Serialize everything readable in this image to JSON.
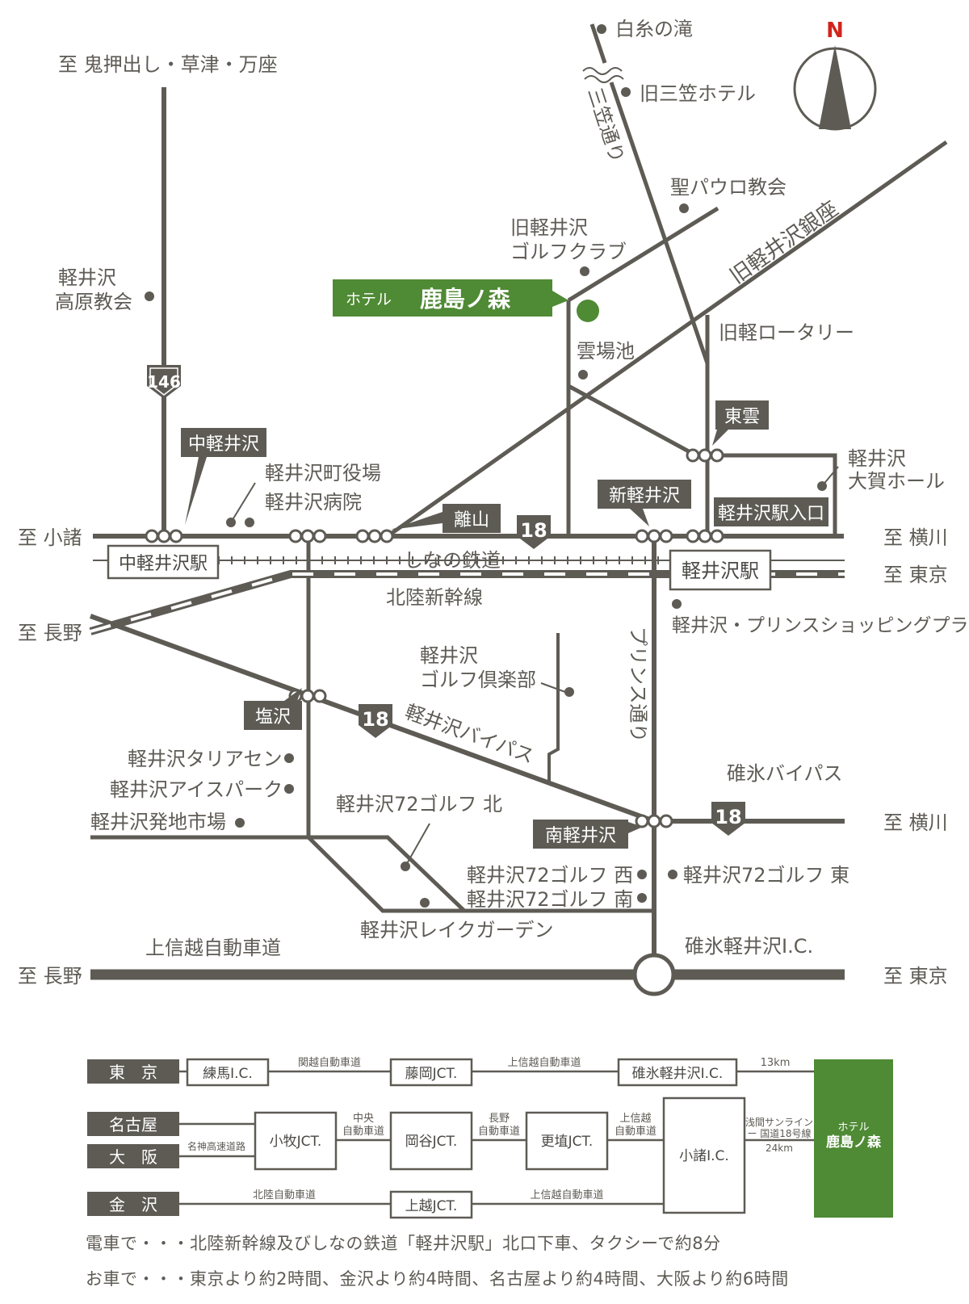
{
  "map": {
    "compass": "N",
    "places": {
      "shiraito": "白糸の滝",
      "old_mikasa_hotel": "旧三笠ホテル",
      "mikasa_dori": "三笠通り",
      "st_paul": "聖パウロ教会",
      "old_golf_club_1": "旧軽井沢",
      "old_golf_club_2": "ゴルフクラブ",
      "ginza": "旧軽井沢銀座",
      "rotary": "旧軽ロータリー",
      "kumoba": "雲場池",
      "kogen_church_1": "軽井沢",
      "kogen_church_2": "高原教会",
      "to_onioshi": "至 鬼押出し・草津・万座",
      "town_hall": "軽井沢町役場",
      "hospital": "軽井沢病院",
      "ohga_hall_1": "軽井沢",
      "ohga_hall_2": "大賀ホール",
      "to_komoro": "至 小諸",
      "to_yokokawa_1": "至 横川",
      "to_tokyo_1": "至 東京",
      "to_nagano_1": "至 長野",
      "to_yokokawa_2": "至 横川",
      "to_nagano_2": "至 長野",
      "to_tokyo_2": "至 東京",
      "shinano_railway": "しなの鉄道",
      "hokuriku_shinkansen": "北陸新幹線",
      "prince_shopping": "軽井沢・プリンスショッピングプラザ",
      "golf_kurabu_1": "軽井沢",
      "golf_kurabu_2": "ゴルフ倶楽部",
      "prince_dori": "プリンス通り",
      "bypass": "軽井沢バイパス",
      "usui_bypass": "碓氷バイパス",
      "taliesin": "軽井沢タリアセン",
      "ice_park": "軽井沢アイスパーク",
      "market": "軽井沢発地市場",
      "golf72_north": "軽井沢72ゴルフ 北",
      "golf72_west": "軽井沢72ゴルフ 西",
      "golf72_south": "軽井沢72ゴルフ 南",
      "golf72_east": "軽井沢72ゴルフ 東",
      "lake_garden": "軽井沢レイクガーデン",
      "joshinetsu": "上信越自動車道",
      "usui_ic": "碓氷軽井沢I.C."
    },
    "intersections": {
      "naka_karuizawa": "中軽井沢",
      "hanareyama": "離山",
      "shin_karuizawa": "新軽井沢",
      "higashi_kumo": "東雲",
      "station_entrance": "軽井沢駅入口",
      "shiozawa": "塩沢",
      "minami_karuizawa": "南軽井沢"
    },
    "stations": {
      "naka_karuizawa_st": "中軽井沢駅",
      "karuizawa_st": "軽井沢駅"
    },
    "route_shields": {
      "r146": "146",
      "r18_a": "18",
      "r18_b": "18",
      "r18_c": "18"
    },
    "hotel": {
      "prefix": "ホテル",
      "name": "鹿島ノ森",
      "color": "#4f8a34"
    }
  },
  "route_table": {
    "origins": {
      "tokyo": "東　京",
      "nagoya": "名古屋",
      "osaka": "大　阪",
      "kanazawa": "金　沢"
    },
    "nodes": {
      "nerima": "練馬I.C.",
      "fujioka": "藤岡JCT.",
      "usui": "碓氷軽井沢I.C.",
      "komaki": "小牧JCT.",
      "okaya": "岡谷JCT.",
      "koshoku": "更埴JCT.",
      "komoro": "小諸I.C.",
      "joetsu": "上越JCT."
    },
    "roads": {
      "kanetsu": "関越自動車道",
      "joshinetsu_1": "上信越自動車道",
      "km13": "13km",
      "meishin": "名神高速道路",
      "chuo_1": "中央",
      "chuo_2": "自動車道",
      "nagano_1": "長野",
      "nagano_2": "自動車道",
      "joshinetsu_2a": "上信越",
      "joshinetsu_2b": "自動車道",
      "asama_1": "浅間サンライン",
      "asama_2": "ー 国道18号線",
      "asama_3": "24km",
      "hokuriku": "北陸自動車道",
      "joshinetsu_3": "上信越自動車道"
    },
    "hotel_prefix": "ホテル",
    "hotel_name": "鹿島ノ森"
  },
  "access": {
    "train": "電車で・・・北陸新幹線及びしなの鉄道「軽井沢駅」北口下車、タクシーで約8分",
    "car": "お車で・・・東京より約2時間、金沢より約4時間、名古屋より約4時間、大阪より約6時間"
  },
  "colors": {
    "road": "#5e5b55",
    "label_box": "#5e5b55",
    "hotel": "#4f8a34",
    "compass_n": "#d2241c"
  }
}
